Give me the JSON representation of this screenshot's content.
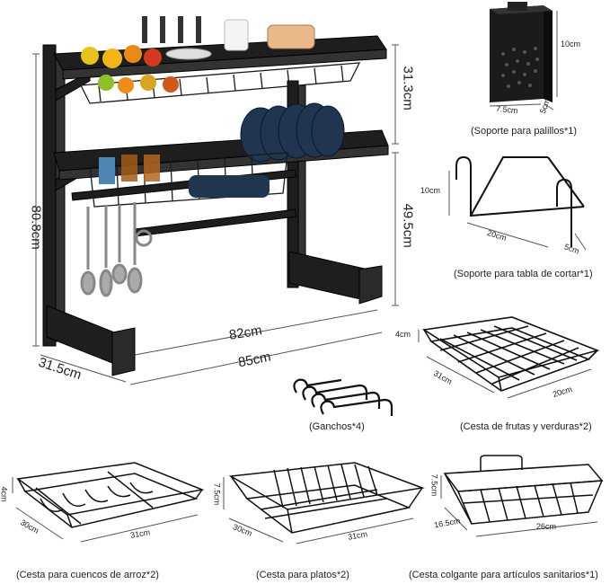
{
  "main_rack": {
    "height": "80.8cm",
    "top_tier": "31.3cm",
    "bottom_tier": "49.5cm",
    "inner_width": "82cm",
    "outer_width": "85cm",
    "depth": "31.5cm"
  },
  "chopstick_holder": {
    "height": "10cm",
    "width": "7.5cm",
    "depth": "5cm",
    "caption": "(Soporte para palillos*1)"
  },
  "cutting_board_holder": {
    "height": "10cm",
    "width": "20cm",
    "depth": "5cm",
    "caption": "(Soporte para tabla de cortar*1)"
  },
  "hooks": {
    "caption": "(Ganchos*4)"
  },
  "fruit_basket": {
    "height": "4cm",
    "depth": "31cm",
    "width": "20cm",
    "caption": "(Cesta de frutas y verduras*2)"
  },
  "rice_bowl_basket": {
    "height": "4cm",
    "depth": "30cm",
    "width": "31cm",
    "caption": "(Cesta para cuencos de arroz*2)"
  },
  "plate_basket": {
    "height": "7.5cm",
    "depth": "30cm",
    "width": "31cm",
    "caption": "(Cesta para platos*2)"
  },
  "hanging_basket": {
    "height": "7.5cm",
    "depth": "16.5cm",
    "width": "26cm",
    "caption": "(Cesta colgante para artículos sanitarios*1)"
  }
}
